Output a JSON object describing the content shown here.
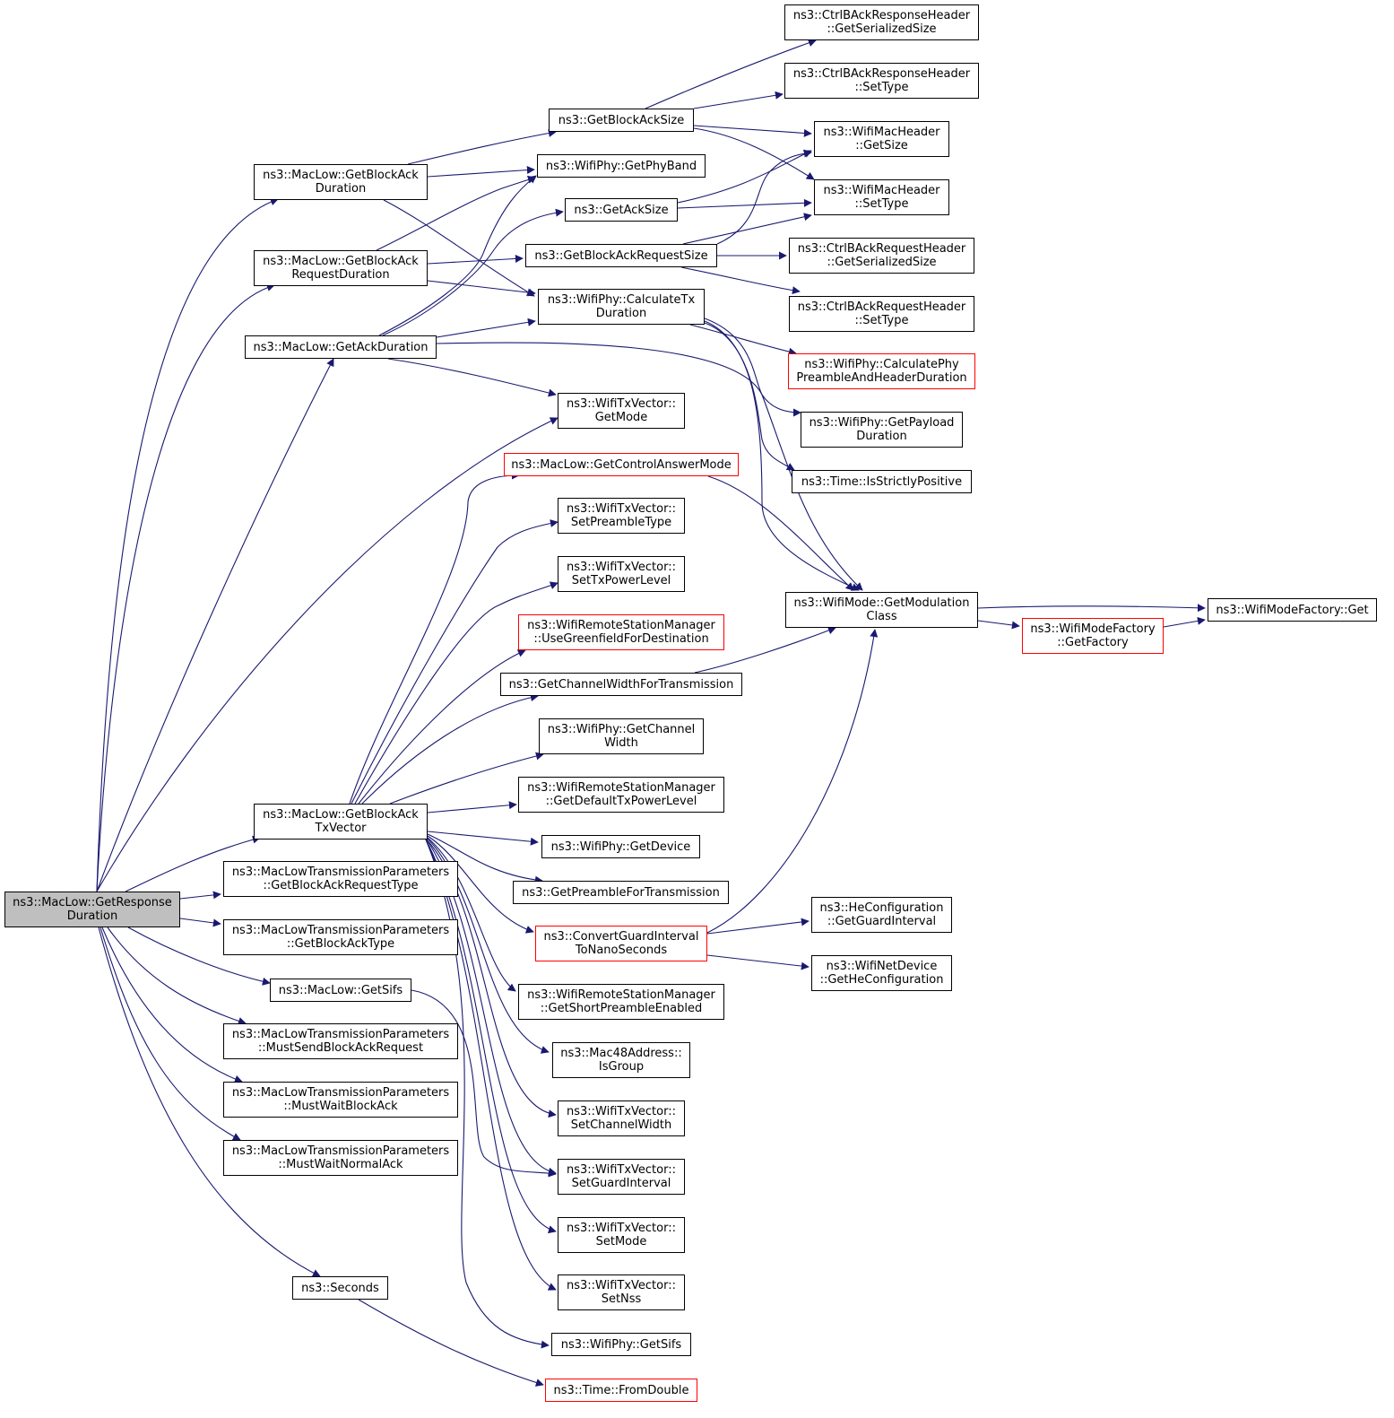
{
  "colors": {
    "edge": "#191970",
    "border": "#000000",
    "red_border": "#ff0000",
    "root_fill": "#bfbfbf"
  },
  "nodes": {
    "root": {
      "lines": [
        "ns3::MacLow::GetResponse",
        "Duration"
      ]
    },
    "getBlockAckDuration": {
      "lines": [
        "ns3::MacLow::GetBlockAck",
        "Duration"
      ]
    },
    "getBlockAckRequestDuration": {
      "lines": [
        "ns3::MacLow::GetBlockAck",
        "RequestDuration"
      ]
    },
    "getAckDuration": {
      "lines": [
        "ns3::MacLow::GetAckDuration"
      ]
    },
    "getBlockAckTxVector": {
      "lines": [
        "ns3::MacLow::GetBlockAck",
        "TxVector"
      ]
    },
    "mltpGetBlockAckRequestType": {
      "lines": [
        "ns3::MacLowTransmissionParameters",
        "::GetBlockAckRequestType"
      ]
    },
    "mltpGetBlockAckType": {
      "lines": [
        "ns3::MacLowTransmissionParameters",
        "::GetBlockAckType"
      ]
    },
    "macLowGetSifs": {
      "lines": [
        "ns3::MacLow::GetSifs"
      ]
    },
    "mltpMustSendBlockAckRequest": {
      "lines": [
        "ns3::MacLowTransmissionParameters",
        "::MustSendBlockAckRequest"
      ]
    },
    "mltpMustWaitBlockAck": {
      "lines": [
        "ns3::MacLowTransmissionParameters",
        "::MustWaitBlockAck"
      ]
    },
    "mltpMustWaitNormalAck": {
      "lines": [
        "ns3::MacLowTransmissionParameters",
        "::MustWaitNormalAck"
      ]
    },
    "seconds": {
      "lines": [
        "ns3::Seconds"
      ]
    },
    "getBlockAckSize": {
      "lines": [
        "ns3::GetBlockAckSize"
      ]
    },
    "wifiPhyGetPhyBand": {
      "lines": [
        "ns3::WifiPhy::GetPhyBand"
      ]
    },
    "getAckSize": {
      "lines": [
        "ns3::GetAckSize"
      ]
    },
    "getBlockAckRequestSize": {
      "lines": [
        "ns3::GetBlockAckRequestSize"
      ]
    },
    "wifiPhyCalculateTxDuration": {
      "lines": [
        "ns3::WifiPhy::CalculateTx",
        "Duration"
      ]
    },
    "wifiTxVectorGetMode": {
      "lines": [
        "ns3::WifiTxVector::",
        "GetMode"
      ]
    },
    "getControlAnswerMode": {
      "lines": [
        "ns3::MacLow::GetControlAnswerMode"
      ]
    },
    "setPreambleType": {
      "lines": [
        "ns3::WifiTxVector::",
        "SetPreambleType"
      ]
    },
    "setTxPowerLevel": {
      "lines": [
        "ns3::WifiTxVector::",
        "SetTxPowerLevel"
      ]
    },
    "useGreenfield": {
      "lines": [
        "ns3::WifiRemoteStationManager",
        "::UseGreenfieldForDestination"
      ]
    },
    "getChannelWidthForTransmission": {
      "lines": [
        "ns3::GetChannelWidthForTransmission"
      ]
    },
    "wifiPhyGetChannelWidth": {
      "lines": [
        "ns3::WifiPhy::GetChannel",
        "Width"
      ]
    },
    "getDefaultTxPowerLevel": {
      "lines": [
        "ns3::WifiRemoteStationManager",
        "::GetDefaultTxPowerLevel"
      ]
    },
    "wifiPhyGetDevice": {
      "lines": [
        "ns3::WifiPhy::GetDevice"
      ]
    },
    "getPreambleForTransmission": {
      "lines": [
        "ns3::GetPreambleForTransmission"
      ]
    },
    "convertGuardInterval": {
      "lines": [
        "ns3::ConvertGuardInterval",
        "ToNanoSeconds"
      ]
    },
    "getShortPreambleEnabled": {
      "lines": [
        "ns3::WifiRemoteStationManager",
        "::GetShortPreambleEnabled"
      ]
    },
    "mac48IsGroup": {
      "lines": [
        "ns3::Mac48Address::",
        "IsGroup"
      ]
    },
    "setChannelWidth": {
      "lines": [
        "ns3::WifiTxVector::",
        "SetChannelWidth"
      ]
    },
    "setGuardInterval": {
      "lines": [
        "ns3::WifiTxVector::",
        "SetGuardInterval"
      ]
    },
    "setMode": {
      "lines": [
        "ns3::WifiTxVector::",
        "SetMode"
      ]
    },
    "setNss": {
      "lines": [
        "ns3::WifiTxVector::",
        "SetNss"
      ]
    },
    "wifiPhyGetSifs": {
      "lines": [
        "ns3::WifiPhy::GetSifs"
      ]
    },
    "timeFromDouble": {
      "lines": [
        "ns3::Time::FromDouble"
      ]
    },
    "ctrlBAckRespGetSerializedSize": {
      "lines": [
        "ns3::CtrlBAckResponseHeader",
        "::GetSerializedSize"
      ]
    },
    "ctrlBAckRespSetType": {
      "lines": [
        "ns3::CtrlBAckResponseHeader",
        "::SetType"
      ]
    },
    "wifiMacHeaderGetSize": {
      "lines": [
        "ns3::WifiMacHeader",
        "::GetSize"
      ]
    },
    "wifiMacHeaderSetType": {
      "lines": [
        "ns3::WifiMacHeader",
        "::SetType"
      ]
    },
    "ctrlBAckReqGetSerializedSize": {
      "lines": [
        "ns3::CtrlBAckRequestHeader",
        "::GetSerializedSize"
      ]
    },
    "ctrlBAckReqSetType": {
      "lines": [
        "ns3::CtrlBAckRequestHeader",
        "::SetType"
      ]
    },
    "calculatePhyPreamble": {
      "lines": [
        "ns3::WifiPhy::CalculatePhy",
        "PreambleAndHeaderDuration"
      ]
    },
    "getPayloadDuration": {
      "lines": [
        "ns3::WifiPhy::GetPayload",
        "Duration"
      ]
    },
    "timeIsStrictlyPositive": {
      "lines": [
        "ns3::Time::IsStrictlyPositive"
      ]
    },
    "wifiModeGetModulationClass": {
      "lines": [
        "ns3::WifiMode::GetModulation",
        "Class"
      ]
    },
    "heConfigGetGuardInterval": {
      "lines": [
        "ns3::HeConfiguration",
        "::GetGuardInterval"
      ]
    },
    "wifiNetDeviceGetHeConfig": {
      "lines": [
        "ns3::WifiNetDevice",
        "::GetHeConfiguration"
      ]
    },
    "wifiModeFactoryGetFactory": {
      "lines": [
        "ns3::WifiModeFactory",
        "::GetFactory"
      ]
    },
    "wifiModeFactoryGet": {
      "lines": [
        "ns3::WifiModeFactory::Get"
      ]
    }
  }
}
